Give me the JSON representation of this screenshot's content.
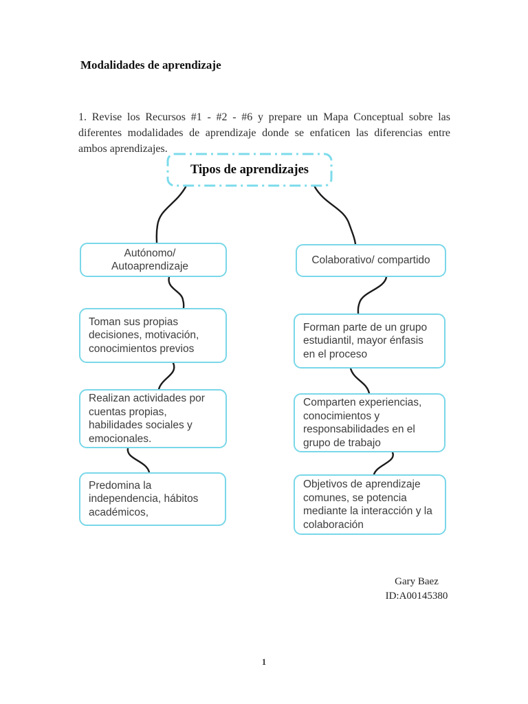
{
  "page": {
    "title": "Modalidades de aprendizaje",
    "instruction": "1. Revise los Recursos #1 - #2 - #6 y prepare un Mapa Conceptual sobre las diferentes modalidades de aprendizaje donde se enfaticen las diferencias entre ambos aprendizajes.",
    "page_number": "1",
    "signature": {
      "name": "Gary Baez",
      "id": "ID:A00145380"
    }
  },
  "concept_map": {
    "root": "Tipos de aprendizajes",
    "left_branch": {
      "heading": "Autónomo/ Autoaprendizaje",
      "nodes": [
        "Toman sus propias decisiones, motivación, conocimientos previos",
        "Realizan actividades por cuentas propias, habilidades sociales y emocionales.",
        "Predomina la independencia, hábitos académicos,"
      ]
    },
    "right_branch": {
      "heading": "Colaborativo/ compartido",
      "nodes": [
        "Forman parte de un grupo estudiantil, mayor énfasis en el proceso",
        "Comparten experiencias, conocimientos y responsabilidades en el grupo de trabajo",
        "Objetivos de aprendizaje comunes, se potencia mediante la interacción y la colaboración"
      ]
    },
    "colors": {
      "node_border": "#79d7e8",
      "root_border": "#7cdbeb",
      "connector": "#1b1b1b"
    }
  }
}
